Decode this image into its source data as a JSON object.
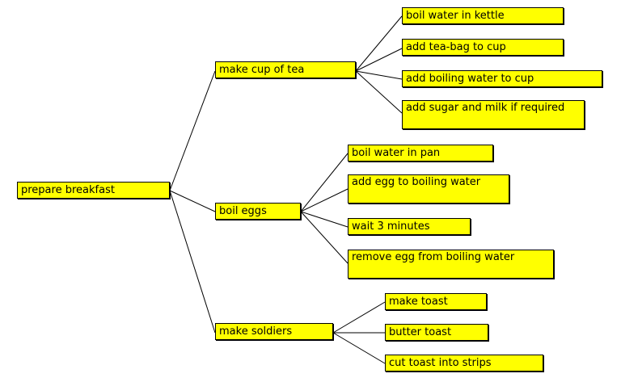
{
  "colors": {
    "node_fill": "#ffff00",
    "node_border": "#000000",
    "connector": "#000000",
    "background": "#ffffff"
  },
  "tree": {
    "root": {
      "label": "prepare breakfast"
    },
    "branches": [
      {
        "label": "make cup of tea",
        "steps": [
          {
            "label": "boil water in kettle"
          },
          {
            "label": "add tea-bag to cup"
          },
          {
            "label": "add boiling water to cup"
          },
          {
            "label": "add sugar and milk if required"
          }
        ]
      },
      {
        "label": "boil eggs",
        "steps": [
          {
            "label": "boil water in pan"
          },
          {
            "label": "add egg to boiling water"
          },
          {
            "label": "wait 3 minutes"
          },
          {
            "label": "remove egg from boiling water"
          }
        ]
      },
      {
        "label": "make soldiers",
        "steps": [
          {
            "label": "make toast"
          },
          {
            "label": "butter toast"
          },
          {
            "label": "cut toast into strips"
          }
        ]
      }
    ]
  }
}
